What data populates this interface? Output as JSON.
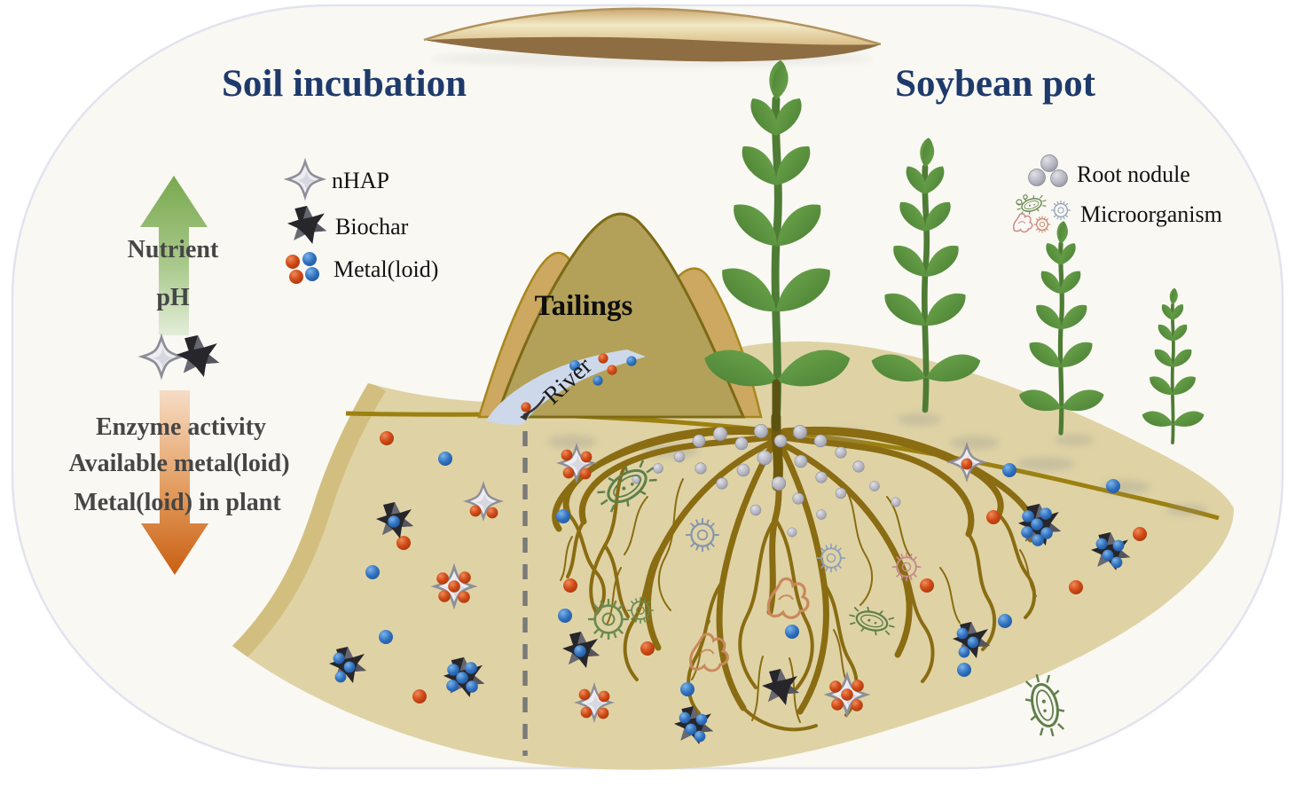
{
  "scene": {
    "titles": {
      "left": "Soil incubation",
      "right": "Soybean pot"
    },
    "left_panel": {
      "legend": [
        {
          "icon": "nhap-icon",
          "label": "nHAP"
        },
        {
          "icon": "biochar-icon",
          "label": "Biochar"
        },
        {
          "icon": "metalloid-icon",
          "label": "Metal(loid)"
        }
      ],
      "increase_arrow": {
        "direction": "up",
        "color": "#9cbf72",
        "labels": [
          "Nutrient",
          "pH"
        ]
      },
      "decrease_arrow": {
        "direction": "down",
        "color": "#d06a18",
        "labels": [
          "Enzyme activity",
          "Available metal(loid)",
          "Metal(loid) in plant"
        ]
      }
    },
    "right_panel": {
      "legend": [
        {
          "icon": "root-nodule-icon",
          "label": "Root nodule"
        },
        {
          "icon": "microorganism-icon",
          "label": "Microorganism"
        }
      ]
    },
    "landscape": {
      "tailings": "Tailings",
      "river": "River"
    },
    "palette": {
      "title_blue": "#1e3a6b",
      "soil": "#dfd3a5",
      "soil_edge": "#d2bf80",
      "surface_line": "#9c8010",
      "tailings_center": "#b3a159",
      "tailings_side": "#cda860",
      "river": "#cdd9eb",
      "metal_red": "#c7491c",
      "metal_blue": "#2a6cba",
      "root_brown": "#8a6c12",
      "leaf_green": "#5d9441",
      "nodule_gray": "#b2b2be",
      "arrow_green": "#86b35c",
      "arrow_orange": "#d06a18"
    }
  }
}
